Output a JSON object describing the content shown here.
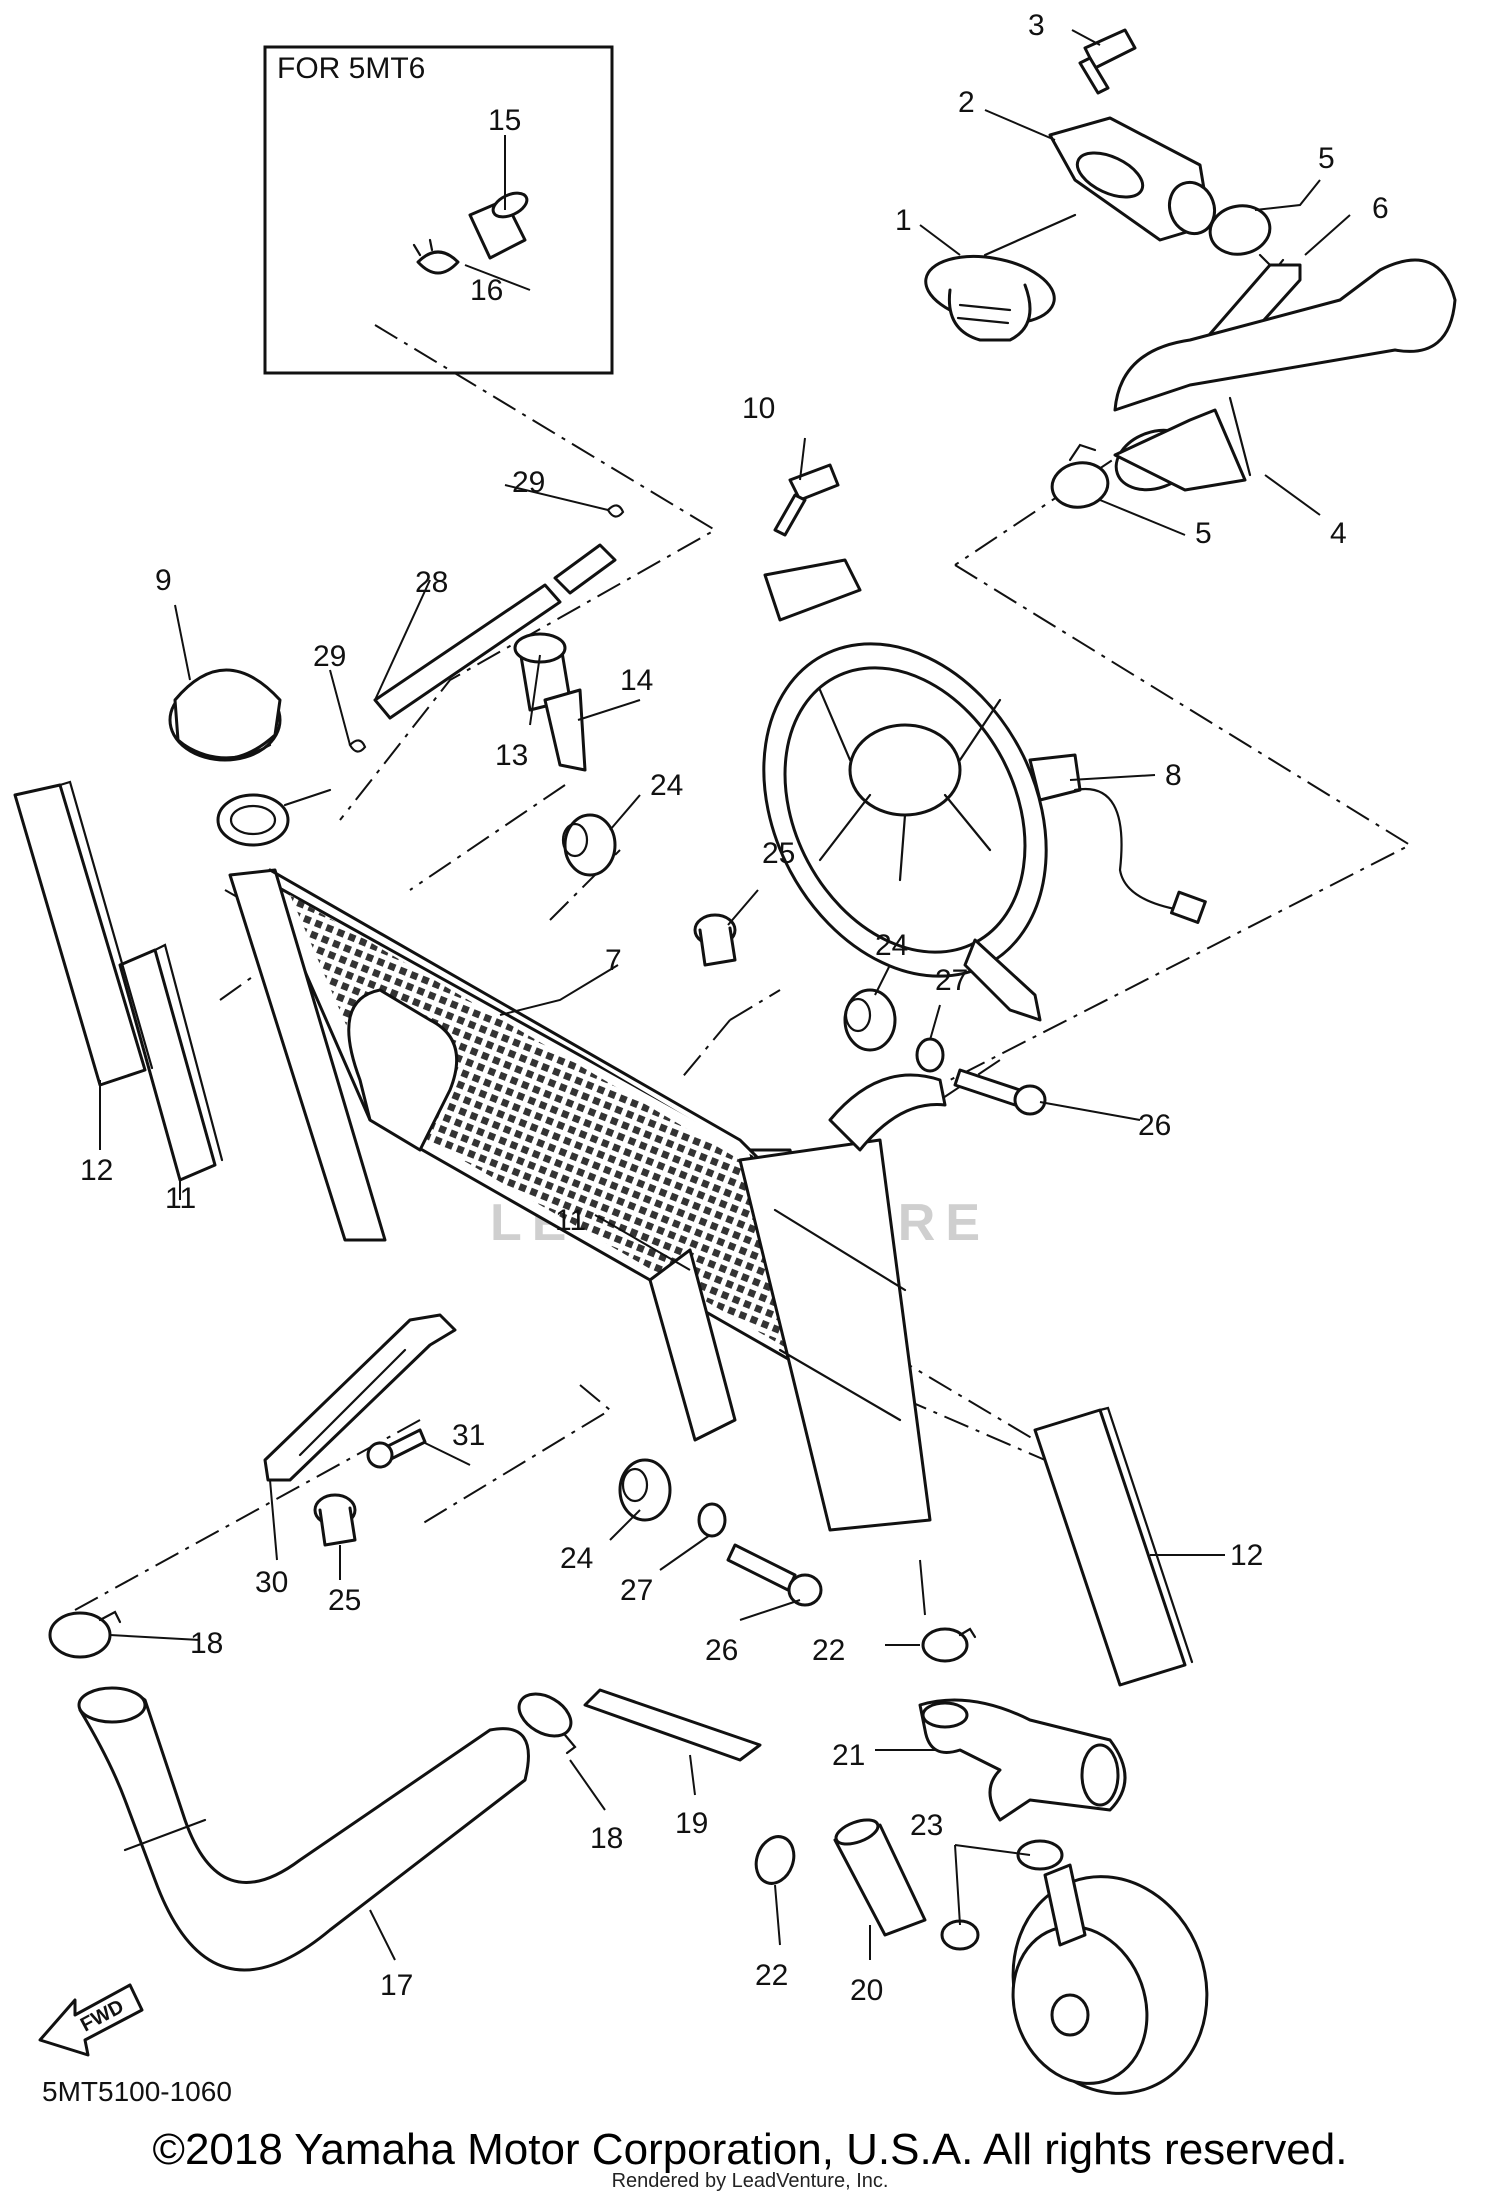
{
  "inset": {
    "title": "FOR 5MT6"
  },
  "diagram_code": "5MT5100-1060",
  "watermark": "LEADVENTURE",
  "fwd_label": "FWD",
  "copyright": "©2018 Yamaha Motor Corporation, U.S.A. All rights reserved.",
  "rendered_by": "Rendered by LeadVenture, Inc.",
  "callouts": {
    "c1": "1",
    "c2": "2",
    "c3": "3",
    "c4": "4",
    "c5a": "5",
    "c5b": "5",
    "c6": "6",
    "c7": "7",
    "c8": "8",
    "c9": "9",
    "c10": "10",
    "c11a": "11",
    "c11b": "11",
    "c12a": "12",
    "c12b": "12",
    "c13": "13",
    "c14": "14",
    "c15": "15",
    "c16": "16",
    "c17": "17",
    "c18a": "18",
    "c18b": "18",
    "c19": "19",
    "c20": "20",
    "c21": "21",
    "c22a": "22",
    "c22b": "22",
    "c23": "23",
    "c24a": "24",
    "c24b": "24",
    "c24c": "24",
    "c25a": "25",
    "c25b": "25",
    "c26a": "26",
    "c26b": "26",
    "c27a": "27",
    "c27b": "27",
    "c28": "28",
    "c29a": "29",
    "c29b": "29",
    "c30": "30",
    "c31": "31"
  }
}
